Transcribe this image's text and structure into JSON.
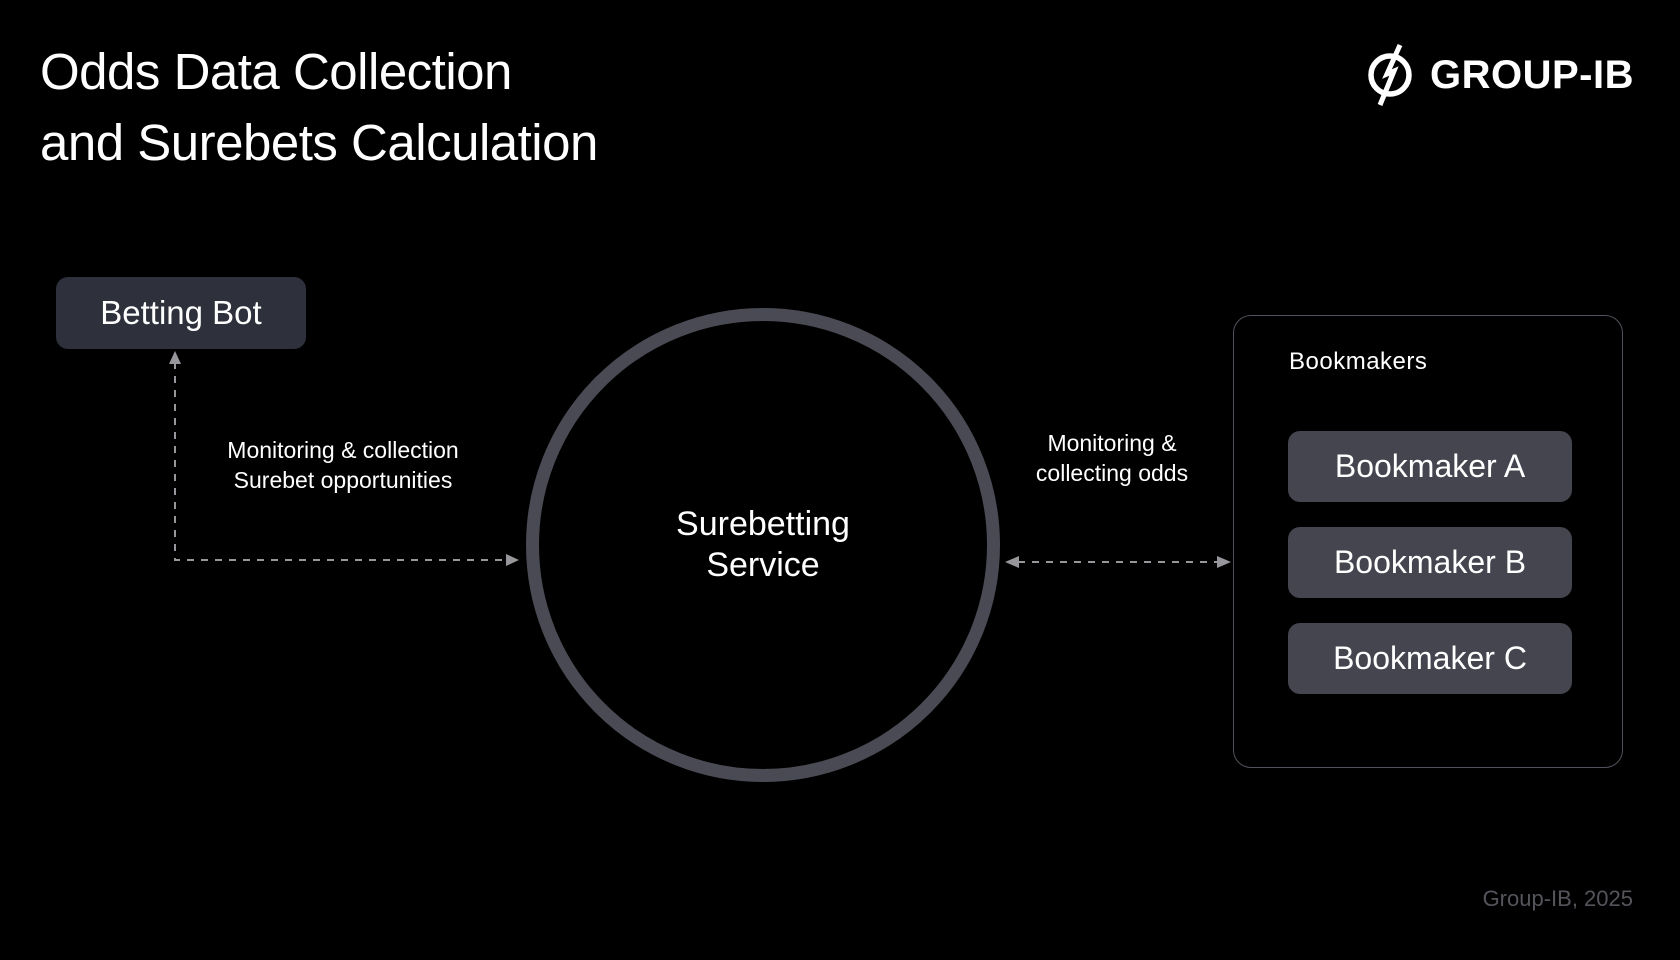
{
  "page": {
    "title_lines": [
      "Odds Data Collection",
      "and Surebets Calculation"
    ],
    "footer": "Group-IB, 2025"
  },
  "brand": {
    "name": "GROUP-IB",
    "logo_icon": "group-ib-circle-slash-icon"
  },
  "diagram": {
    "betting_bot": {
      "label": "Betting Bot"
    },
    "service": {
      "label_lines": [
        "Surebetting",
        "Service"
      ]
    },
    "left_flow": {
      "label_lines": [
        "Monitoring & collection",
        "Surebet opportunities"
      ],
      "from": "Surebetting Service",
      "to": "Betting Bot",
      "style": "dashed-arrow"
    },
    "right_flow": {
      "label_lines": [
        "Monitoring &",
        "collecting odds"
      ],
      "between": [
        "Surebetting Service",
        "Bookmakers"
      ],
      "style": "dashed-double-arrow"
    },
    "bookmakers_panel": {
      "title": "Bookmakers",
      "items": [
        {
          "label": "Bookmaker A"
        },
        {
          "label": "Bookmaker B"
        },
        {
          "label": "Bookmaker C"
        }
      ]
    }
  },
  "colors": {
    "background": "#000000",
    "text_primary": "#ffffff",
    "muted_text": "#54555b",
    "betting_bot_bg": "#2e313b",
    "bookmaker_bg": "#44454e",
    "panel_border": "#50515a",
    "circle_stroke": "#4a4a54",
    "arrow": "#96969b"
  }
}
